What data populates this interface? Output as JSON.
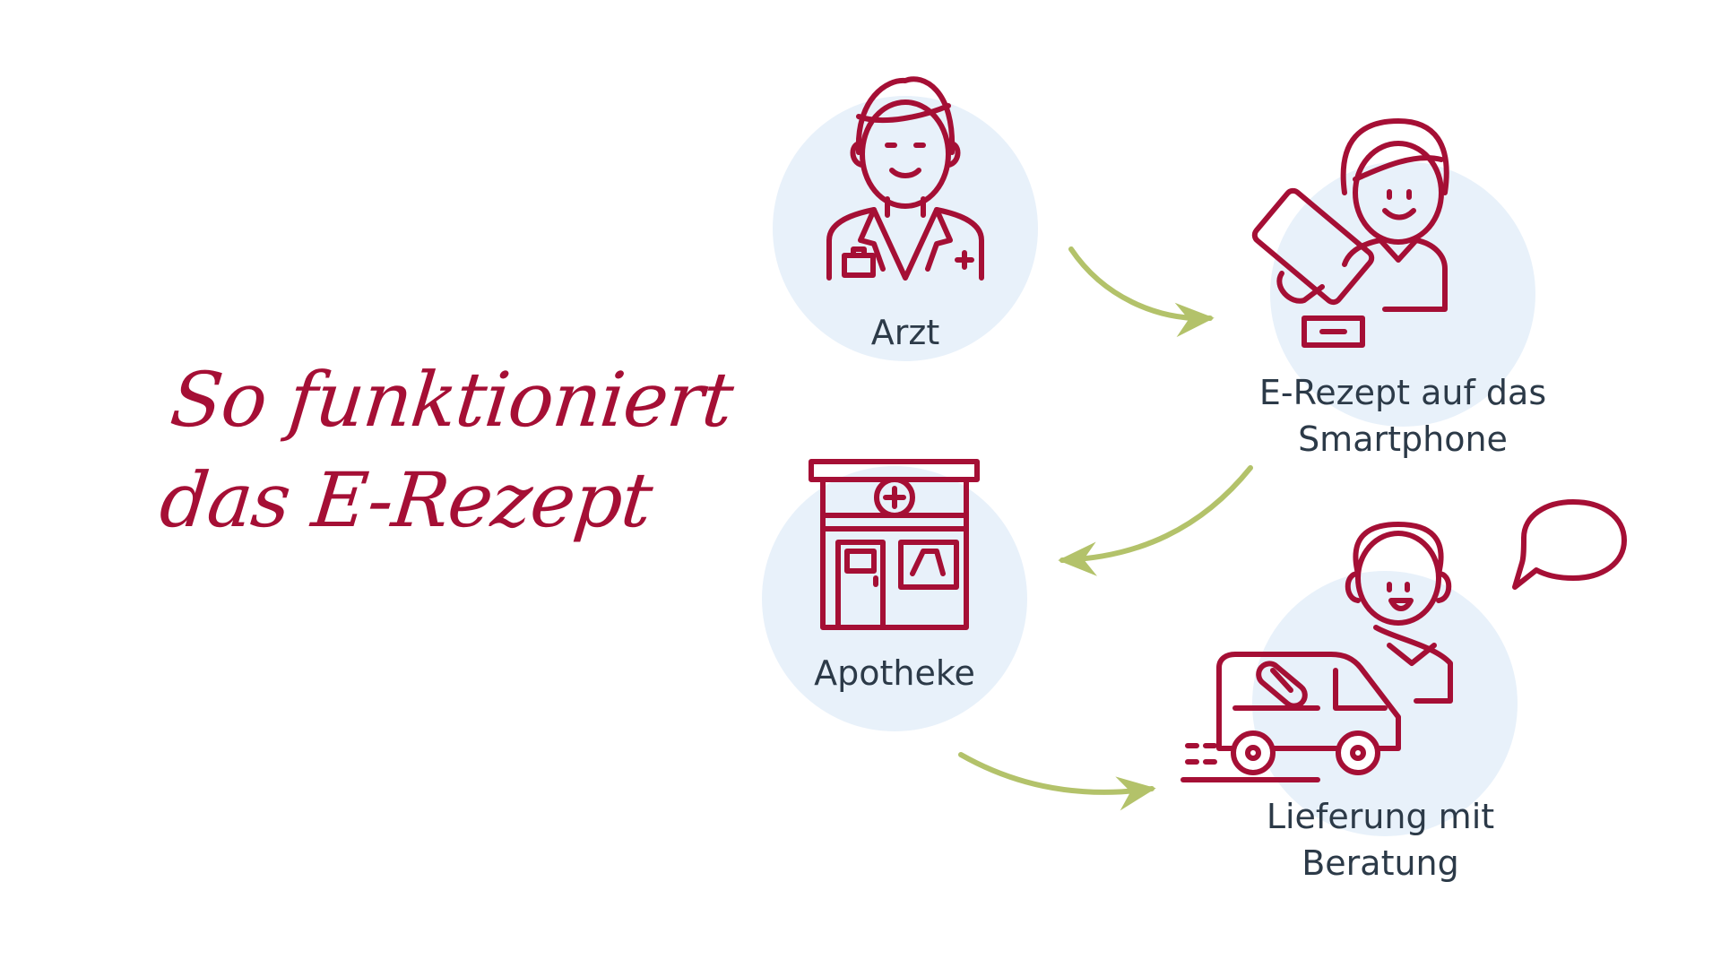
{
  "headline": {
    "line1": "So funktioniert",
    "line2": "das E-Rezept"
  },
  "steps": [
    {
      "label": "Arzt",
      "icon": "doctor-icon"
    },
    {
      "label_line1": "E-Rezept auf das",
      "label_line2": "Smartphone",
      "icon": "smartphone-user-icon"
    },
    {
      "label": "Apotheke",
      "icon": "pharmacy-icon"
    },
    {
      "label_line1": "Lieferung mit",
      "label_line2": "Beratung",
      "icon": "delivery-van-icon"
    }
  ],
  "colors": {
    "accent": "#a50f35",
    "circle": "#e8f1fa",
    "arrow": "#b3c26a",
    "label": "#2c3a48"
  }
}
